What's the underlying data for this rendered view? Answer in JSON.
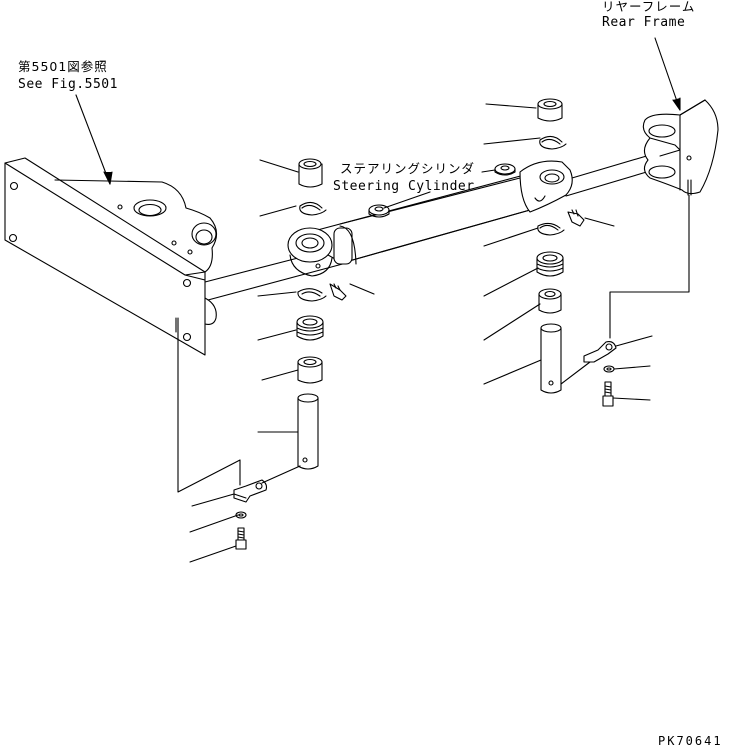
{
  "labels": {
    "ref_jp": "第5501図参照",
    "ref_en": "See Fig.5501",
    "rear_frame_jp": "リヤーフレーム",
    "rear_frame_en": "Rear Frame",
    "cylinder_jp": "ステアリングシリンダ",
    "cylinder_en": "Steering Cylinder",
    "drawing_code": "PK70641"
  },
  "colors": {
    "line": "#000000",
    "background": "#ffffff"
  }
}
